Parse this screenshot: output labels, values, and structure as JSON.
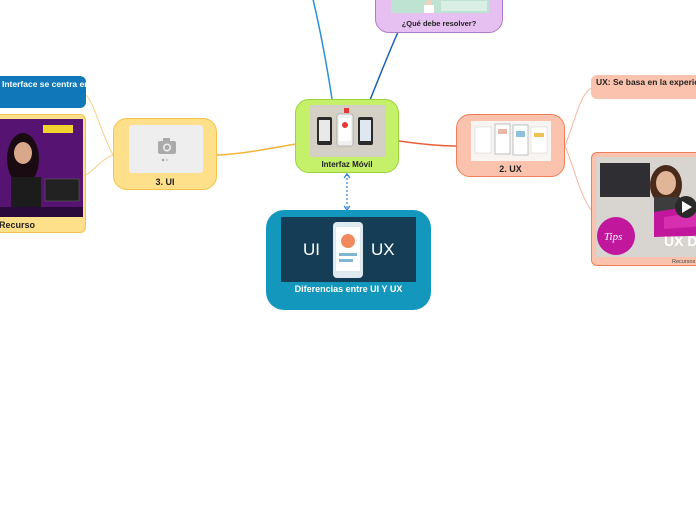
{
  "nodes": {
    "center": {
      "label": "Interfaz Móvil"
    },
    "question": {
      "label": "¿Qué debe resolver?"
    },
    "ui": {
      "label": "3. UI"
    },
    "ux": {
      "label": "2. UX"
    },
    "differences": {
      "label": "Diferencias entre UI Y UX",
      "image_ui_text": "UI",
      "image_ux_text": "UX"
    },
    "ui_note": {
      "text": "Interface se centra en (colores, tipografías),"
    },
    "ui_resource": {
      "label": "Recurso"
    },
    "ux_note": {
      "text": "UX: Se basa en la experiencia del usuario."
    },
    "ux_resource": {
      "label": "Recursos",
      "thumb_tips": "Tips",
      "thumb_text": "UX D"
    }
  },
  "colors": {
    "center": "#c5f06a",
    "question": "#e6c0f0",
    "ui": "#ffe08a",
    "ux": "#fbc2ad",
    "differences": "#1397bc",
    "ui_note": "#1078b8"
  }
}
